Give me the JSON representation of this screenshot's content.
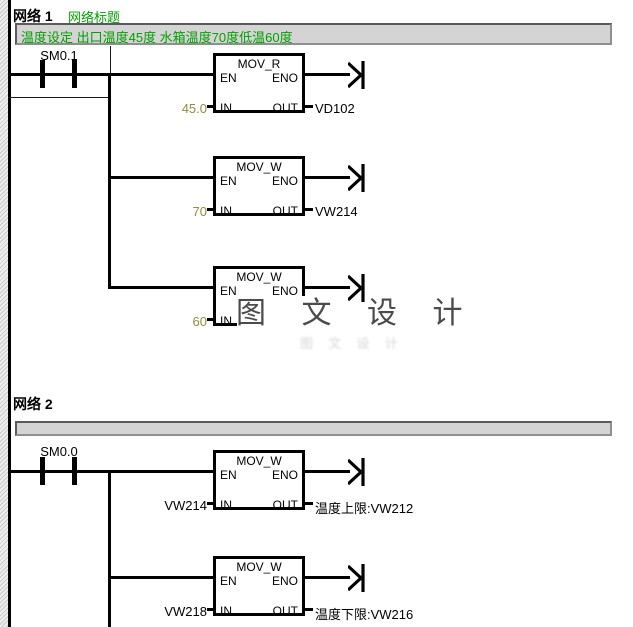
{
  "colors": {
    "comment_green": "#00a000",
    "constant_olive": "#8f8f40",
    "bar_background": "#d4d4d4",
    "watermark_gray": "#4b4b4b"
  },
  "ports": {
    "en": "EN",
    "eno": "ENO",
    "in": "IN",
    "out": "OUT"
  },
  "watermark": {
    "text": "图 文 设 计"
  },
  "networks": [
    {
      "label": "网络 1",
      "title_text": "网络标题",
      "comment": "温度设定 出口温度45度 水箱温度70度低温60度",
      "contact_label": "SM0.1",
      "blocks": [
        {
          "name": "MOV_R",
          "in_value": "45.0",
          "out_value": "VD102"
        },
        {
          "name": "MOV_W",
          "in_value": "70",
          "out_value": "VW214"
        },
        {
          "name": "MOV_W",
          "in_value": "60"
        }
      ]
    },
    {
      "label": "网络 2",
      "comment": "",
      "contact_label": "SM0.0",
      "blocks": [
        {
          "name": "MOV_W",
          "in_value": "VW214",
          "out_value": "温度上限:VW212"
        },
        {
          "name": "MOV_W",
          "in_value": "VW218",
          "out_value": "温度下限:VW216"
        }
      ]
    }
  ]
}
